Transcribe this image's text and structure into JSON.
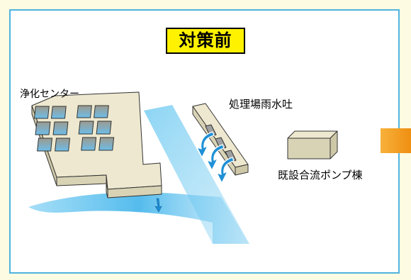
{
  "title": "対策前",
  "labels": {
    "treatment_center": "浄化センター",
    "plant_stormwater_outlet": "処理場雨水吐",
    "existing_combined_pump_building": "既設合流ポンプ棟"
  },
  "colors": {
    "page_background": "#fdfbe1",
    "panel_border": "#4fb3df",
    "title_background": "#fff200",
    "water": "#5cc3f0",
    "arrow": "#1e90d6",
    "structure_fill": "#ede8cf",
    "side_tab": "#f39a1a"
  }
}
